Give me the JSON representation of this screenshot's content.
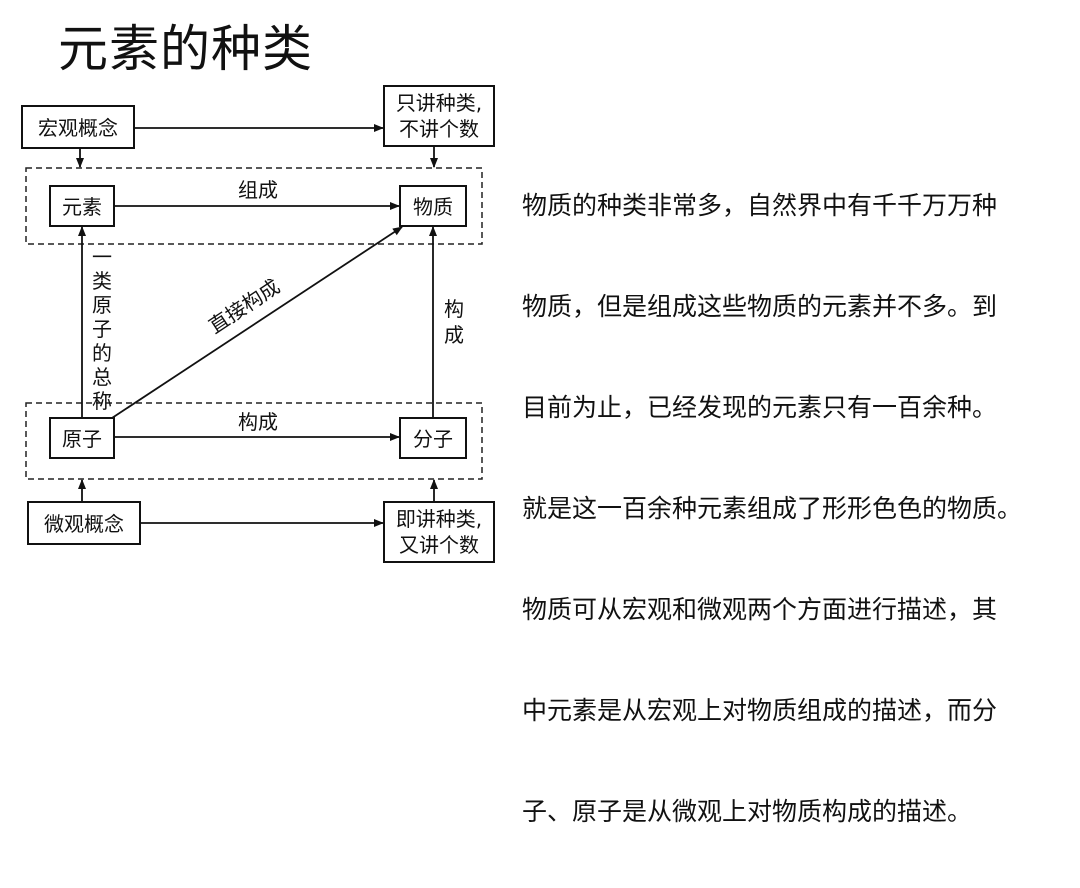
{
  "title": "元素的种类",
  "diagram": {
    "macro_concept": "宏观概念",
    "only_kind_line1": "只讲种类,",
    "only_kind_line2": "不讲个数",
    "element": "元素",
    "substance": "物质",
    "compose_label": "组成",
    "class_of_atoms": "一类原子的总称",
    "direct_constitute": "直接构成",
    "constitute_right": "构成",
    "atom": "原子",
    "molecule": "分子",
    "constitute_bottom": "构成",
    "micro_concept": "微观概念",
    "both_line1": "即讲种类,",
    "both_line2": "又讲个数"
  },
  "paragraph_lines": [
    "物质的种类非常多，自然界中有千千万万种",
    "物质，但是组成这些物质的元素并不多。到",
    "目前为止，已经发现的元素只有一百余种。",
    "就是这一百余种元素组成了形形色色的物质。",
    "物质可从宏观和微观两个方面进行描述，其",
    "中元素是从宏观上对物质组成的描述，而分",
    "子、原子是从微观上对物质构成的描述。"
  ]
}
